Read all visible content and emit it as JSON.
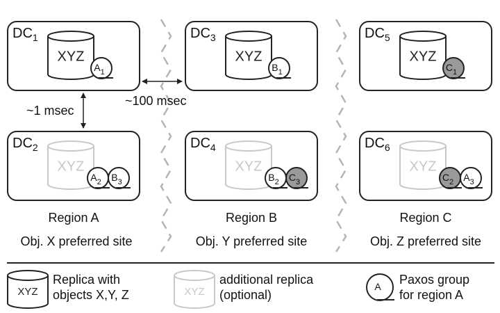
{
  "datacenters": [
    {
      "dc": "DC",
      "sub": "1",
      "store": "XYZ",
      "additional": false,
      "groups": [
        {
          "letter": "A",
          "sub": "1",
          "leader": false
        }
      ]
    },
    {
      "dc": "DC",
      "sub": "3",
      "store": "XYZ",
      "additional": false,
      "groups": [
        {
          "letter": "B",
          "sub": "1",
          "leader": false
        }
      ]
    },
    {
      "dc": "DC",
      "sub": "5",
      "store": "XYZ",
      "additional": false,
      "groups": [
        {
          "letter": "C",
          "sub": "1",
          "leader": true
        }
      ]
    },
    {
      "dc": "DC",
      "sub": "2",
      "store": "XYZ",
      "additional": true,
      "groups": [
        {
          "letter": "A",
          "sub": "2",
          "leader": false
        },
        {
          "letter": "B",
          "sub": "3",
          "leader": false
        }
      ]
    },
    {
      "dc": "DC",
      "sub": "4",
      "store": "XYZ",
      "additional": true,
      "groups": [
        {
          "letter": "B",
          "sub": "2",
          "leader": false
        },
        {
          "letter": "C",
          "sub": "3",
          "leader": true
        }
      ]
    },
    {
      "dc": "DC",
      "sub": "6",
      "store": "XYZ",
      "additional": true,
      "groups": [
        {
          "letter": "C",
          "sub": "2",
          "leader": true
        },
        {
          "letter": "A",
          "sub": "3",
          "leader": false
        }
      ]
    }
  ],
  "latency": {
    "intra": "~1 msec",
    "inter": "~100 msec"
  },
  "regions": [
    "Region A",
    "Region B",
    "Region C"
  ],
  "preferred": [
    "Obj. X preferred site",
    "Obj. Y preferred site",
    "Obj. Z preferred site"
  ],
  "legend": {
    "replica_store": "XYZ",
    "replica_line1": "Replica with",
    "replica_line2": "objects X,Y, Z",
    "additional_store": "XYZ",
    "additional_line1": "additional replica",
    "additional_line2": "(optional)",
    "paxos_letter": "A",
    "paxos_line1": "Paxos group",
    "paxos_line2": "for region A"
  },
  "colors": {
    "stroke": "#222222",
    "faded": "#c8c8c8",
    "leader_fill": "#9a9a9a",
    "divider": "#b4b4b4"
  }
}
